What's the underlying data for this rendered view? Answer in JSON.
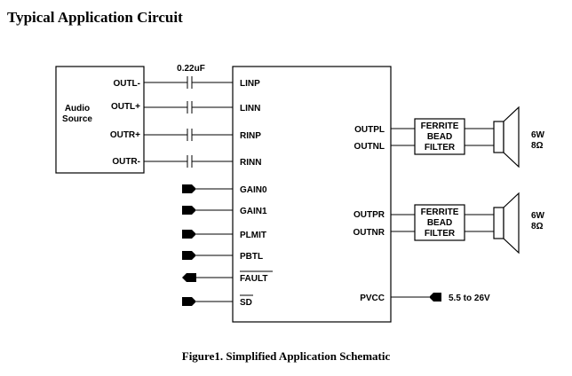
{
  "title": "Typical Application Circuit",
  "caption": "Figure1. Simplified Application Schematic",
  "audio_source": {
    "label_line1": "Audio",
    "label_line2": "Source",
    "outputs": [
      "OUTL-",
      "OUTL+",
      "OUTR+",
      "OUTR-"
    ]
  },
  "capacitor_value": "0.22uF",
  "chip": {
    "inputs": [
      "LINP",
      "LINN",
      "RINP",
      "RINN"
    ],
    "control_pins": [
      "GAIN0",
      "GAIN1",
      "PLMIT",
      "PBTL",
      "FAULT",
      "SD"
    ],
    "outputs_left": [
      "OUTPL",
      "OUTNL"
    ],
    "outputs_right": [
      "OUTPR",
      "OUTNR"
    ],
    "power_pin": "PVCC"
  },
  "filters": [
    {
      "line1": "FERRITE",
      "line2": "BEAD",
      "line3": "FILTER"
    },
    {
      "line1": "FERRITE",
      "line2": "BEAD",
      "line3": "FILTER"
    }
  ],
  "speakers": [
    {
      "power": "6W",
      "impedance": "8Ω"
    },
    {
      "power": "6W",
      "impedance": "8Ω"
    }
  ],
  "supply_label": "5.5 to 26V"
}
